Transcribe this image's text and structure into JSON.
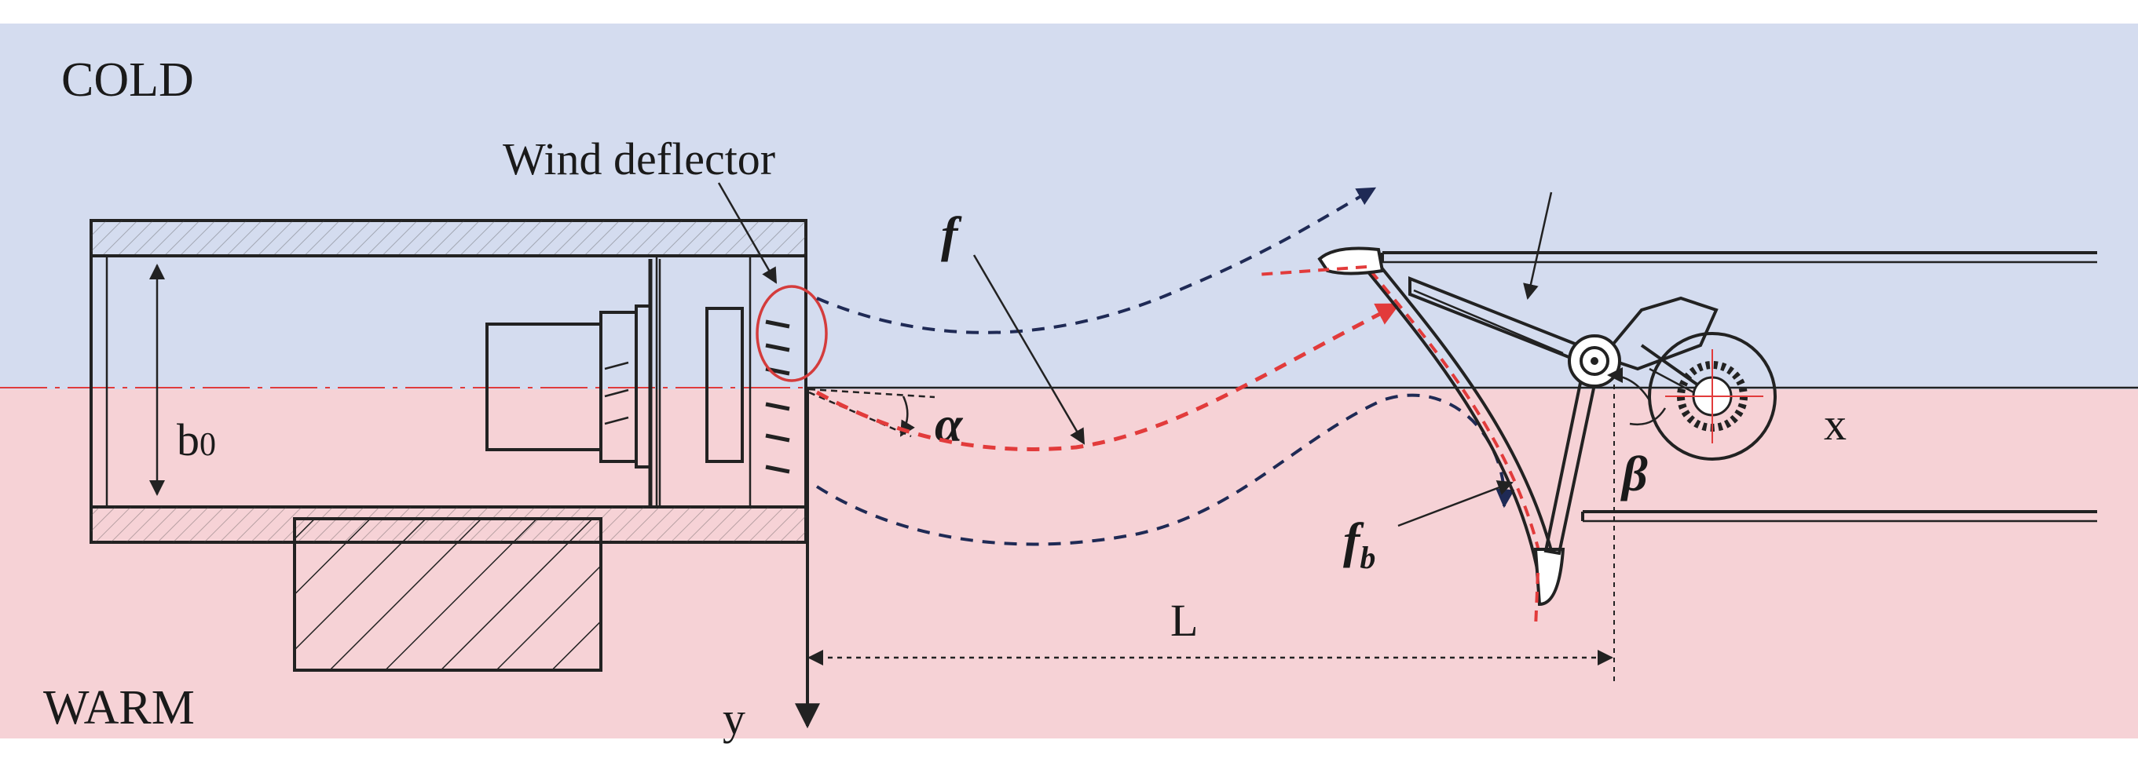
{
  "zones": {
    "cold": {
      "label": "COLD",
      "color": "#d4dcef"
    },
    "warm": {
      "label": "WARM",
      "color": "#f6d2d6"
    }
  },
  "labels": {
    "wind_deflector": "Wind deflector",
    "jet": "f",
    "jet_b_main": "f",
    "jet_b_sub": "b",
    "alpha": "α",
    "beta": "β",
    "b0_main": "b",
    "b0_sub": "0",
    "length": "L",
    "x_axis": "x",
    "y_axis": "y"
  },
  "colors": {
    "outline": "#222222",
    "jet_red": "#e23b3b",
    "jet_blue": "#1f2a55",
    "marker": "#d43c3c"
  },
  "icons": [
    "fan-icon",
    "wind-deflector-icon",
    "receiver-scoop-icon",
    "gear-icon",
    "pivot-icon"
  ]
}
